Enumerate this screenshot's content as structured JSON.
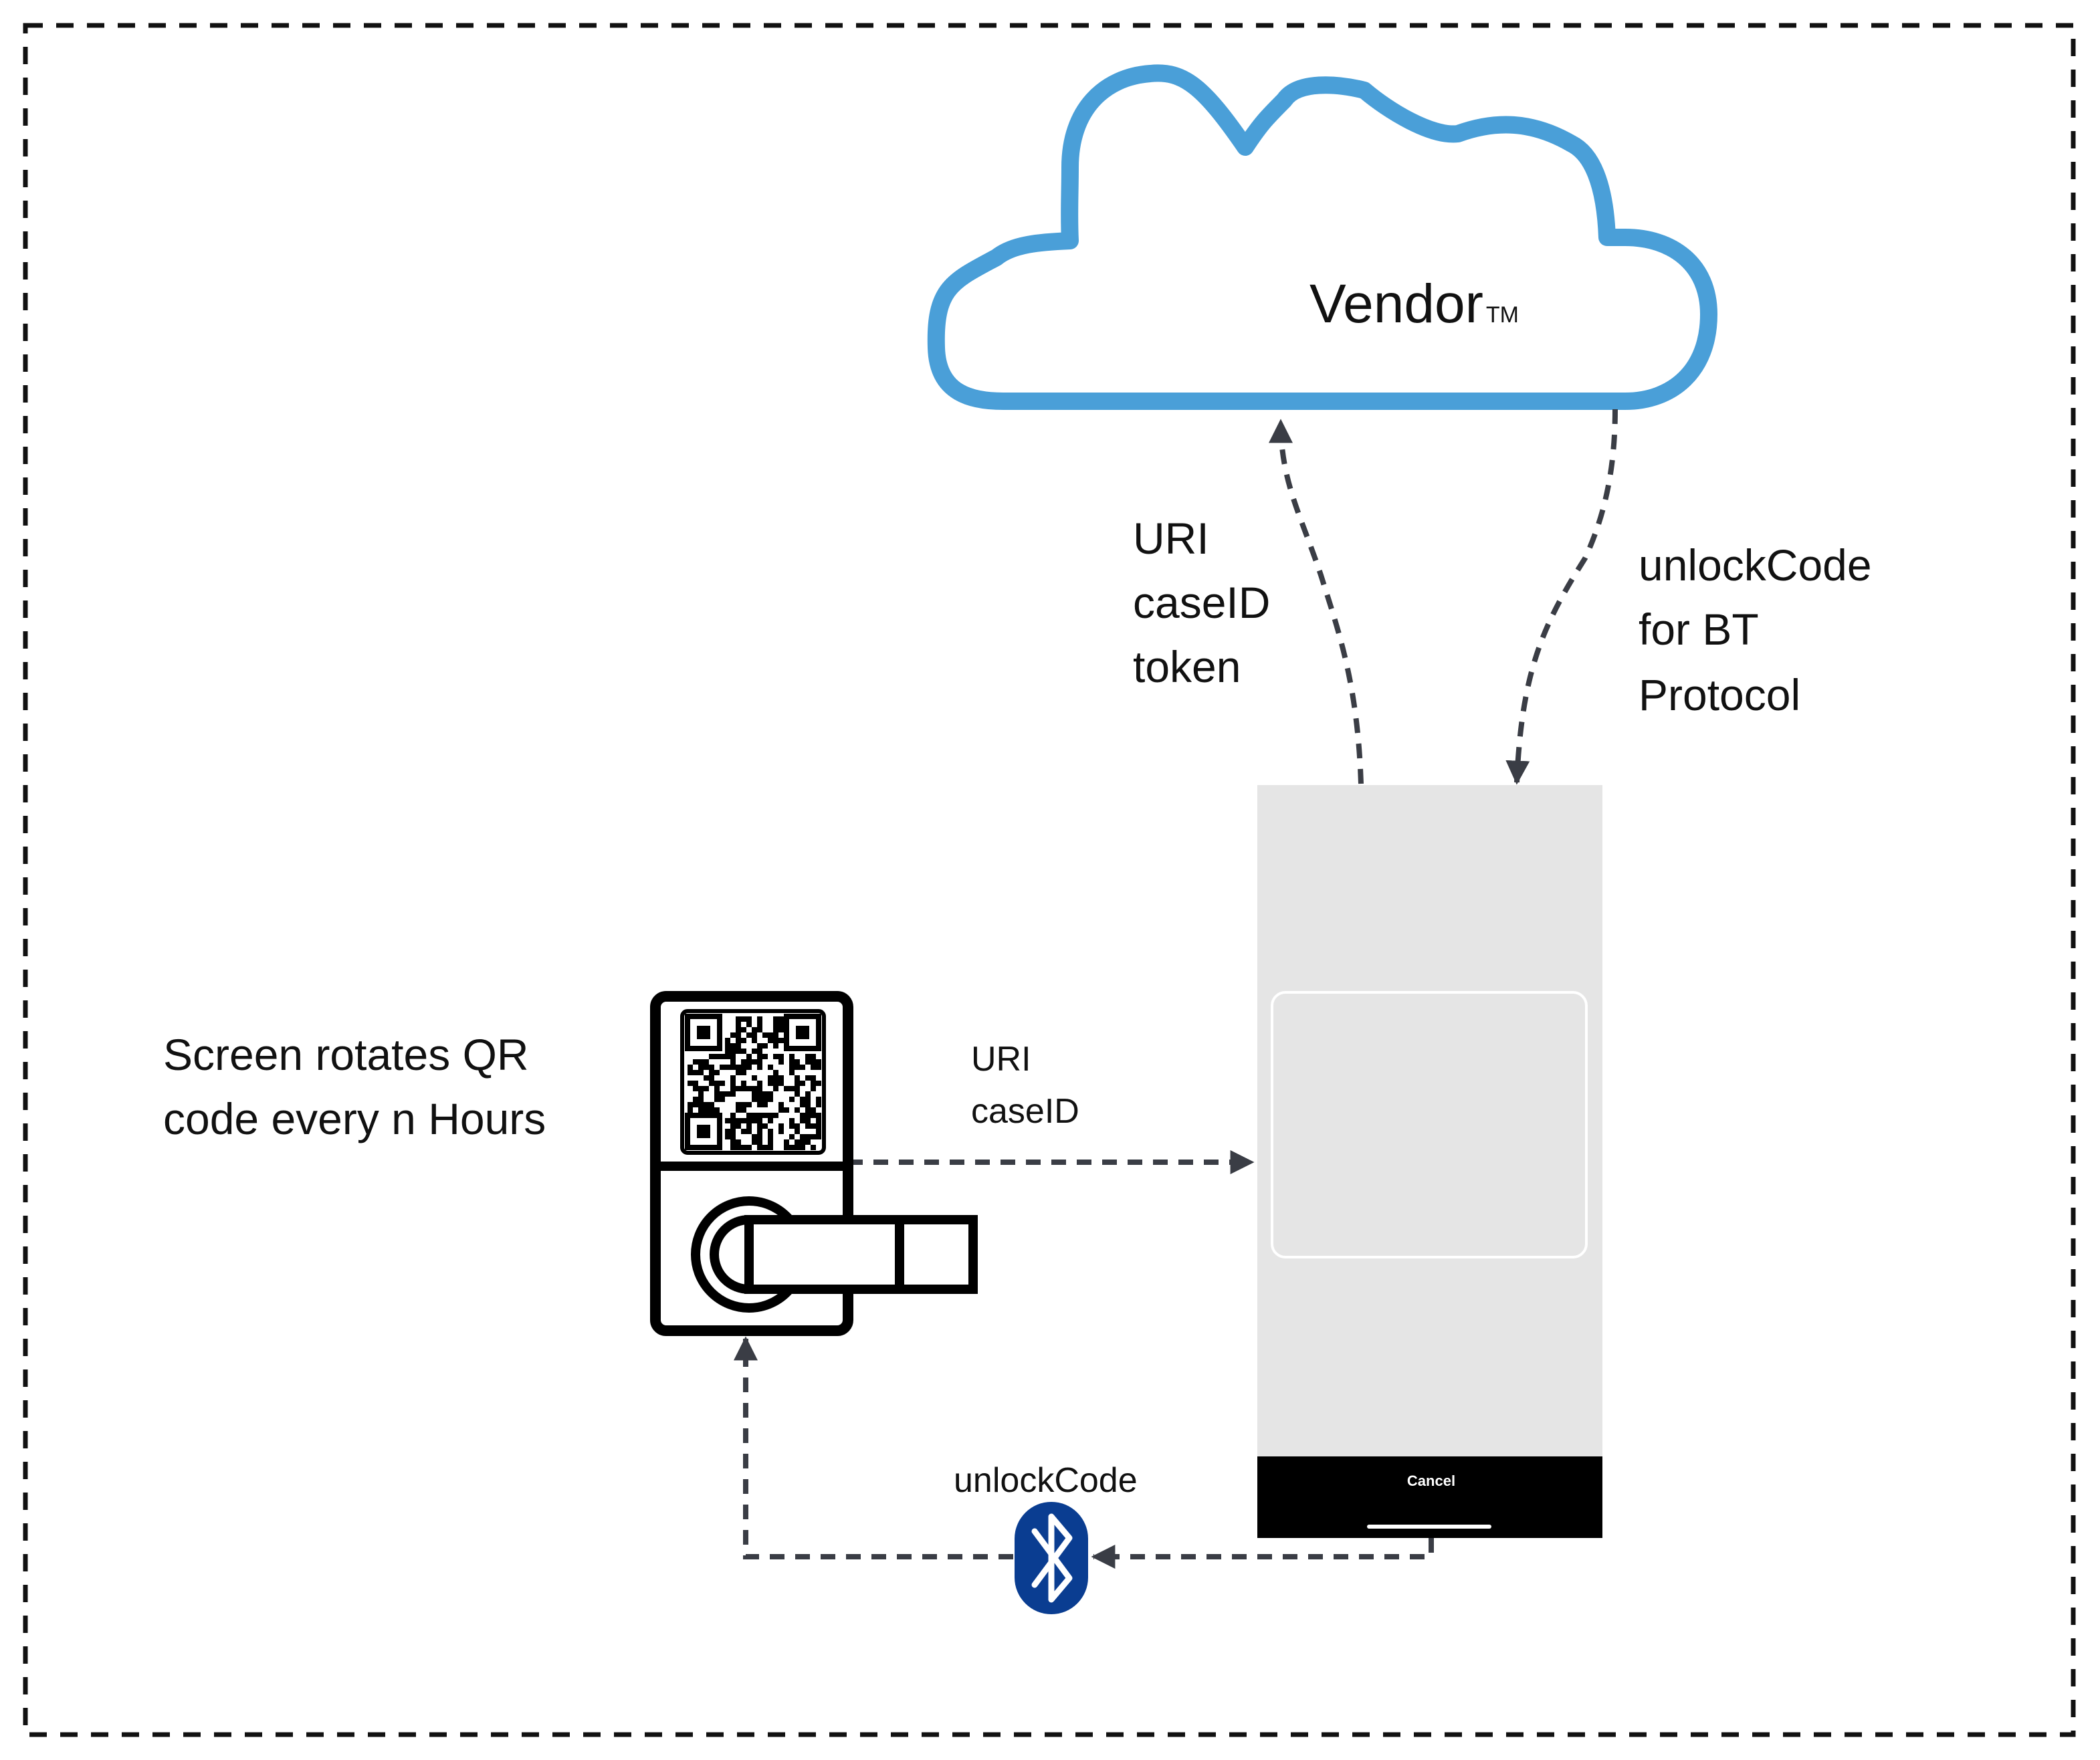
{
  "cloud": {
    "name": "Vendor",
    "trademark": "TM",
    "color": "#4a9fd8"
  },
  "labels": {
    "cloud_request": [
      "URI",
      "caseID",
      "token"
    ],
    "cloud_response": [
      "unlockCode",
      "for BT",
      "Protocol"
    ],
    "lock_note": [
      "Screen rotates QR",
      "code every n Hours"
    ],
    "qr_scan": [
      "URI",
      "caseID"
    ],
    "bt_transfer": "unlockCode"
  },
  "phone": {
    "cancel_label": "Cancel",
    "body_color": "#e5e5e5",
    "bar_color": "#000000"
  },
  "icons": {
    "bluetooth": "bluetooth-icon",
    "lock": "smart-lock-icon",
    "qr": "qr-code-icon",
    "cloud": "cloud-icon"
  },
  "colors": {
    "arrow": "#3a3d45",
    "frame": "#111111",
    "bluetooth": "#0a3d91"
  }
}
